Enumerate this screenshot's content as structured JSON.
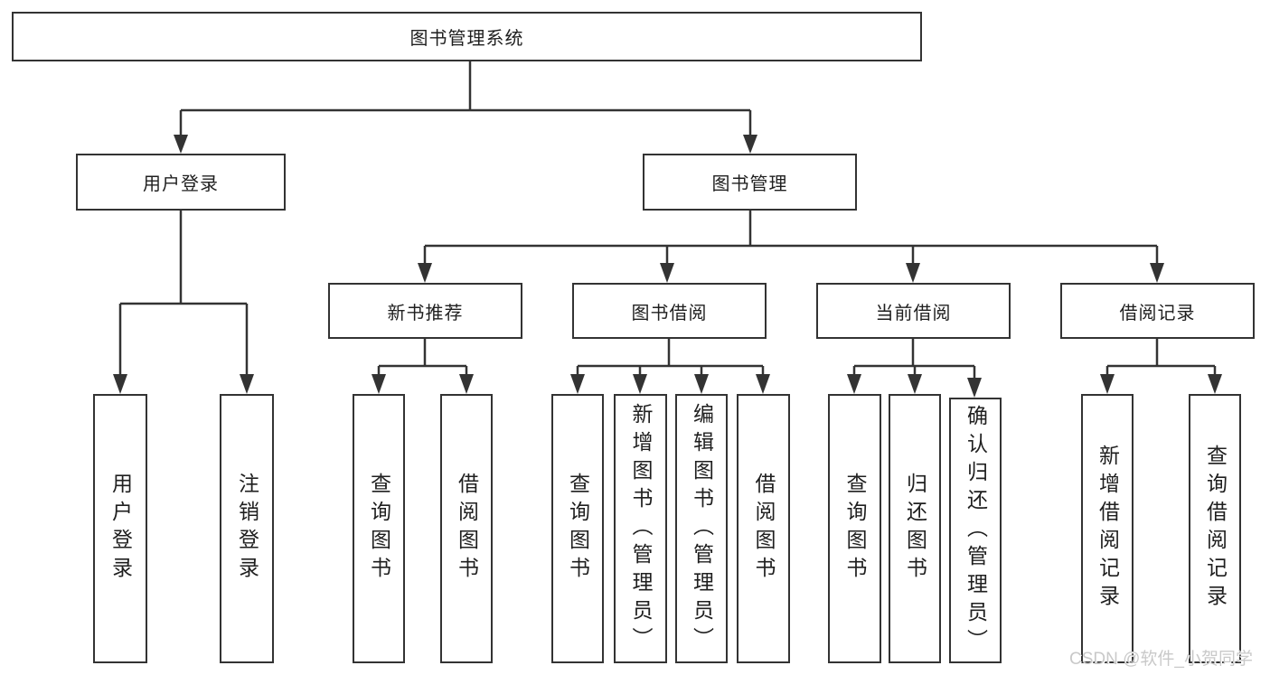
{
  "colors": {
    "line": "#333333",
    "box_border": "#333333",
    "text": "#1f1f1f",
    "watermark": "#c9c9c9",
    "background": "#ffffff"
  },
  "watermark": {
    "text": "CSDN @软件_小贺同学"
  },
  "tree": {
    "root": "图书管理系统",
    "branches": [
      {
        "label": "用户登录",
        "children": [
          "用户登录",
          "注销登录"
        ]
      },
      {
        "label": "图书管理",
        "groups": [
          {
            "label": "新书推荐",
            "children": [
              "查询图书",
              "借阅图书"
            ]
          },
          {
            "label": "图书借阅",
            "children": [
              "查询图书",
              "新增图书（管理员）",
              "编辑图书（管理员）",
              "借阅图书"
            ]
          },
          {
            "label": "当前借阅",
            "children": [
              "查询图书",
              "归还图书",
              "确认归还（管理员）"
            ]
          },
          {
            "label": "借阅记录",
            "children": [
              "新增借阅记录",
              "查询借阅记录"
            ]
          }
        ]
      }
    ]
  }
}
